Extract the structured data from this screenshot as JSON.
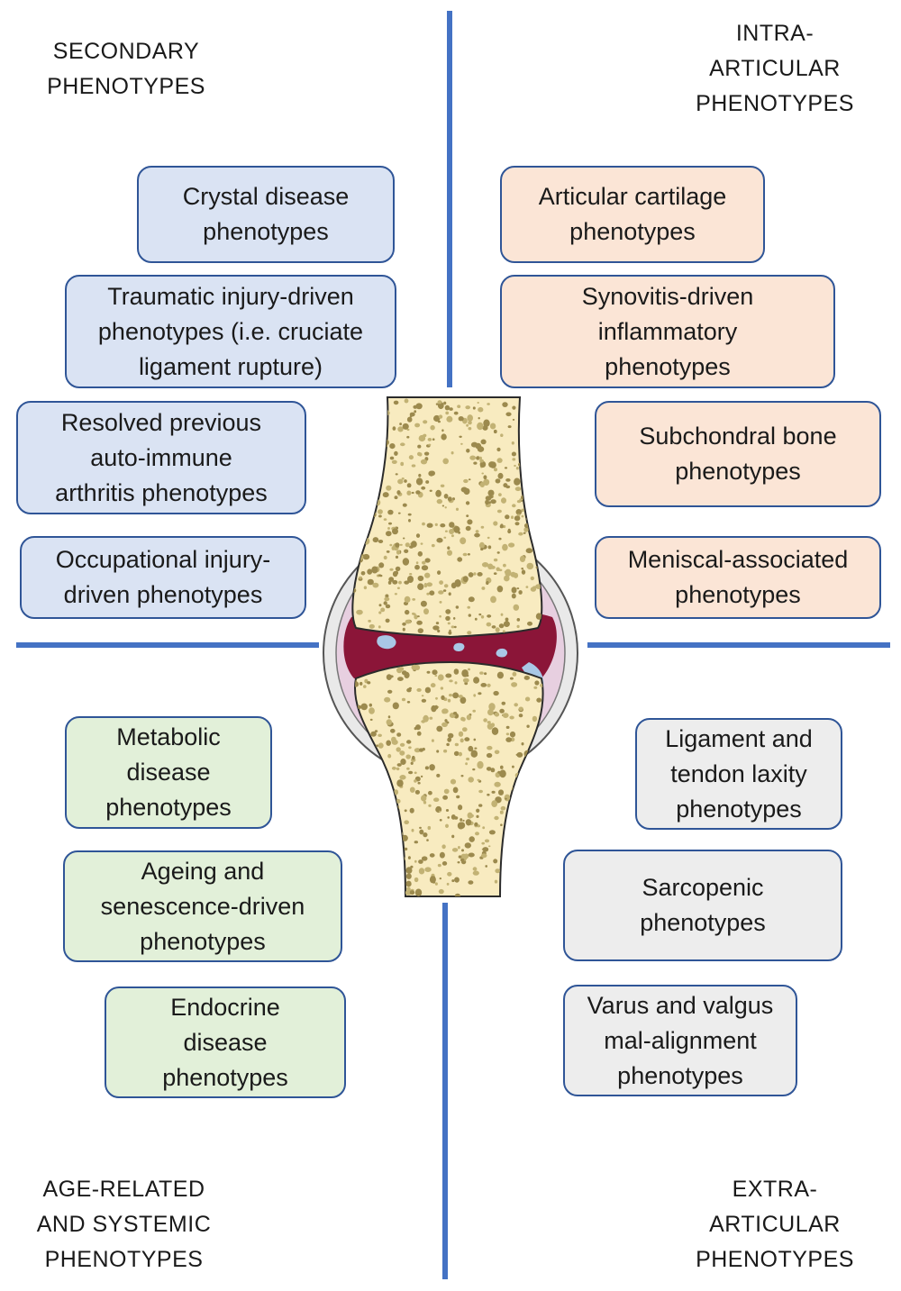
{
  "quadrant_titles": {
    "secondary": "SECONDARY\nPHENOTYPES",
    "intra": "INTRA-\nARTICULAR\nPHENOTYPES",
    "age": "AGE-RELATED\nAND SYSTEMIC\nPHENOTYPES",
    "extra": "EXTRA-\nARTICULAR\nPHENOTYPES"
  },
  "secondary_boxes": [
    "Crystal disease\nphenotypes",
    "Traumatic injury-driven\nphenotypes (i.e. cruciate\nligament rupture)",
    "Resolved previous\nauto-immune\narthritis phenotypes",
    "Occupational injury-\ndriven phenotypes"
  ],
  "intra_boxes": [
    "Articular cartilage\nphenotypes",
    "Synovitis-driven\ninflammatory\nphenotypes",
    "Subchondral bone\nphenotypes",
    "Meniscal-associated\nphenotypes"
  ],
  "age_boxes": [
    "Metabolic\ndisease\nphenotypes",
    "Ageing and\nsenescence-driven\nphenotypes",
    "Endocrine\ndisease\nphenotypes"
  ],
  "extra_boxes": [
    "Ligament and\ntendon laxity\nphenotypes",
    "Sarcopenic\nphenotypes",
    "Varus and valgus\nmal-alignment\nphenotypes"
  ],
  "colors": {
    "divider": "#4472c4",
    "box_border": "#2f5597",
    "secondary_fill": "#dae3f3",
    "intra_fill": "#fbe5d6",
    "age_fill": "#e2f0d9",
    "extra_fill": "#ededed",
    "bone": "#f8ebc0",
    "synovium": "#8b1538"
  }
}
